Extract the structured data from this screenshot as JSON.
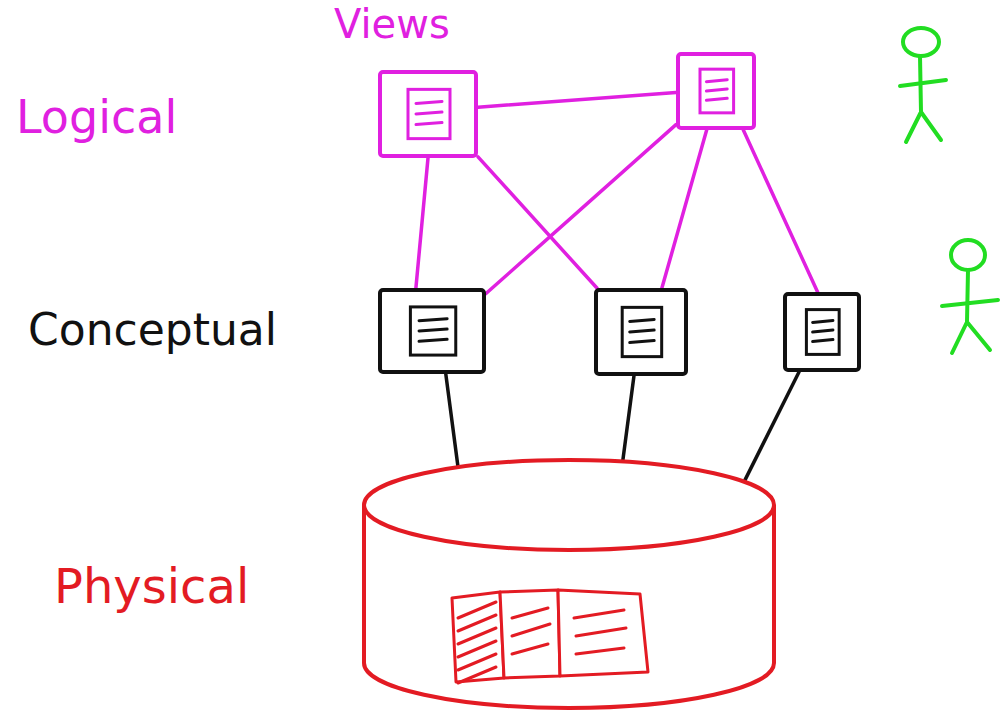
{
  "diagram": {
    "nodes": [
      {
        "text": []
      },
      {
        "text": []
      },
      {
        "text": []
      },
      {
        "text": []
      },
      {
        "text": []
      },
      {
        "text": []
      }
    ],
    "edges": [
      {
        "from": 0,
        "to": 1,
        "arrow": "none"
      },
      {
        "from": 0,
        "to": 2,
        "arrow": "none"
      },
      {
        "from": 0,
        "to": 3,
        "arrow": "none"
      },
      {
        "from": 1,
        "to": 2,
        "arrow": "none"
      },
      {
        "from": 1,
        "to": 3,
        "arrow": "none"
      },
      {
        "from": 1,
        "to": 4,
        "arrow": "none"
      },
      {
        "from": 2,
        "to": 5,
        "arrow": "none"
      },
      {
        "from": 3,
        "to": 5,
        "arrow": "none"
      },
      {
        "from": 4,
        "to": 5,
        "arrow": "none"
      }
    ],
    "labels": [
      "Views",
      "Logical",
      "Conceptual",
      "Physical"
    ]
  }
}
